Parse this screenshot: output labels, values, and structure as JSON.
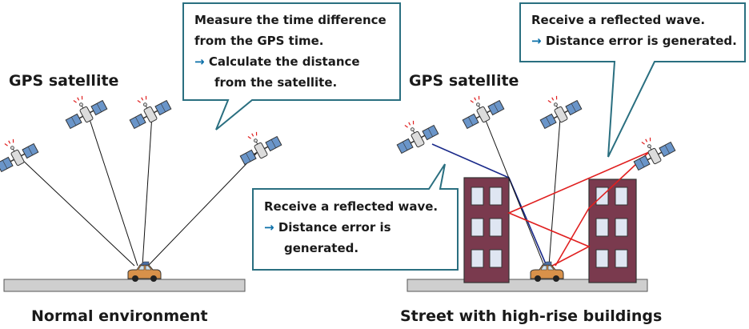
{
  "left_panel": {
    "satellite_label": "GPS satellite",
    "caption": "Normal environment",
    "bubble": {
      "line1": "Measure the time difference",
      "line2": "from the GPS time.",
      "arrow": "→",
      "line3": "Calculate the distance",
      "line4": "from the satellite."
    }
  },
  "right_panel": {
    "satellite_label": "GPS satellite",
    "caption": "Street with high-rise buildings",
    "bubble_top": {
      "line1": "Receive a reflected wave.",
      "arrow": "→",
      "line2": "Distance error is generated."
    },
    "bubble_mid": {
      "line1": "Receive a reflected wave.",
      "arrow": "→",
      "line2": "Distance error is",
      "line3": "generated."
    }
  },
  "colors": {
    "bubble_border": "#2a6f80",
    "reflected_line": "#e02020",
    "blocked_line": "#1a2a8a",
    "direct_line": "#111111",
    "building": "#7a3a4e",
    "window": "#dfe6f2",
    "car": "#d8914a",
    "ground": "#cfcfcf"
  }
}
